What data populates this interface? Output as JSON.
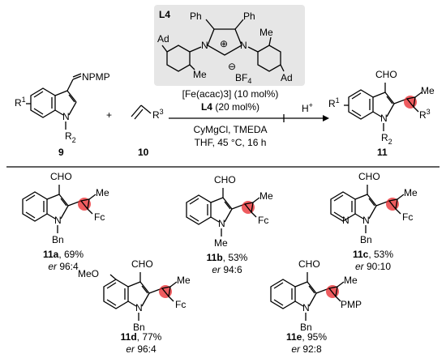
{
  "ligand": {
    "name": "L4",
    "ph1": "Ph",
    "ph2": "Ph",
    "n1": "N",
    "n2": "N",
    "plus": "⊕",
    "ad1": "Ad",
    "ad2": "Ad",
    "me1": "Me",
    "me2": "Me",
    "minus": "⊖",
    "bf4": "BF",
    "bf4_sub": "4",
    "box_color": "#e6e6e6"
  },
  "reaction": {
    "catalyst_line": "[Fe(acac)3] (10 mol%)",
    "ligand_loading_name": "L4",
    "ligand_loading": "(20 mol%)",
    "reagents": "CyMgCl, TMEDA",
    "conditions": "THF, 45 °C, 16 h",
    "acid": "H",
    "acid_sup": "+",
    "plus_sign": "+",
    "reactant1": {
      "label": "9",
      "imine": "NPMP",
      "r1": "R",
      "r1_sup": "1",
      "n": "N",
      "r2": "R",
      "r2_sup": "2"
    },
    "reactant2": {
      "label": "10",
      "r3": "R",
      "r3_sup": "3"
    },
    "product": {
      "label": "11",
      "cho": "CHO",
      "me": "Me",
      "r1": "R",
      "r1_sup": "1",
      "n": "N",
      "r2": "R",
      "r2_sup": "2",
      "r3": "R",
      "r3_sup": "3"
    },
    "stereocenter_color": "#e8262a"
  },
  "examples": [
    {
      "id": "11a",
      "yield": ", 69%",
      "er_label": "er",
      "er": "96:4",
      "cho": "CHO",
      "me": "Me",
      "sub": "Fc",
      "n": "N",
      "nsub": "Bn",
      "extra": ""
    },
    {
      "id": "11b",
      "yield": ", 53%",
      "er_label": "er",
      "er": "94:6",
      "cho": "CHO",
      "me": "Me",
      "sub": "Fc",
      "n": "N",
      "nsub": "Me",
      "extra": ""
    },
    {
      "id": "11c",
      "yield": ", 53%",
      "er_label": "er",
      "er": "90:10",
      "cho": "CHO",
      "me": "Me",
      "sub": "Fc",
      "n": "N",
      "nsub": "Bn",
      "extra": "N"
    },
    {
      "id": "11d",
      "yield": ", 77%",
      "er_label": "er",
      "er": "96:4",
      "cho": "CHO",
      "me": "Me",
      "sub": "Fc",
      "n": "N",
      "nsub": "Bn",
      "extra": "MeO"
    },
    {
      "id": "11e",
      "yield": ", 95%",
      "er_label": "er",
      "er": "92:8",
      "cho": "CHO",
      "me": "Me",
      "sub": "PMP",
      "n": "N",
      "nsub": "Bn",
      "extra": ""
    }
  ]
}
